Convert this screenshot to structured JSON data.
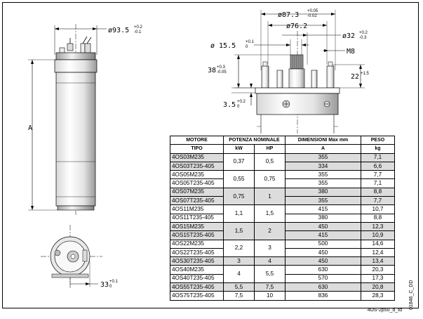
{
  "dimensions": {
    "body_diameter": "ø93.5",
    "body_diameter_tol": [
      "+0.2",
      "-0.1"
    ],
    "length": "A",
    "flange_diameter": "ø87.3",
    "flange_diameter_tol": [
      "+0.05",
      "-0.02"
    ],
    "pilot_diameter": "ø76.2",
    "bolt_circle": "ø32",
    "bolt_circle_tol": [
      "+0.2",
      "-0.3"
    ],
    "shaft_diameter": "ø 15.5",
    "shaft_diameter_tol": [
      "+0.1",
      "0"
    ],
    "shaft_length": "38",
    "shaft_length_tol": [
      "+0.3",
      "-0.05"
    ],
    "thread": "M8",
    "stud_length": "22",
    "stud_length_tol": "+1.5",
    "shoulder": "3.5",
    "shoulder_tol": [
      "+0.2",
      "0"
    ],
    "base_offset": "33",
    "base_offset_tol": [
      "+0.1",
      "0"
    ]
  },
  "table": {
    "headers": {
      "motore": "MOTORE",
      "tipo": "TIPO",
      "potenza": "POTENZA NOMINALE",
      "kw": "kW",
      "hp": "HP",
      "dimensioni": "DIMENSIONI Max mm",
      "a": "A",
      "peso": "PESO",
      "kg": "kg"
    },
    "rows": [
      {
        "model": "4OS03M235",
        "kw": "0,37",
        "hp": "0,5",
        "a": "355",
        "kg": "7,1"
      },
      {
        "model": "4OS03T235-405",
        "a": "334",
        "kg": "6,6"
      },
      {
        "model": "4OS05M235",
        "kw": "0,55",
        "hp": "0,75",
        "a": "355",
        "kg": "7,7"
      },
      {
        "model": "4OS05T235-405",
        "a": "355",
        "kg": "7,1"
      },
      {
        "model": "4OS07M235",
        "kw": "0,75",
        "hp": "1",
        "a": "380",
        "kg": "8,8"
      },
      {
        "model": "4OS07T235-405",
        "a": "355",
        "kg": "7,7"
      },
      {
        "model": "4OS11M235",
        "kw": "1,1",
        "hp": "1,5",
        "a": "415",
        "kg": "10,7"
      },
      {
        "model": "4OS11T235-405",
        "a": "380",
        "kg": "8,8"
      },
      {
        "model": "4OS15M235",
        "kw": "1,5",
        "hp": "2",
        "a": "450",
        "kg": "12,3"
      },
      {
        "model": "4OS15T235-405",
        "a": "415",
        "kg": "10,9"
      },
      {
        "model": "4OS22M235",
        "kw": "2,2",
        "hp": "3",
        "a": "500",
        "kg": "14,6"
      },
      {
        "model": "4OS22T235-405",
        "a": "450",
        "kg": "12,4"
      },
      {
        "model": "4OS30T235-405",
        "kw": "3",
        "hp": "4",
        "a": "450",
        "kg": "13,4"
      },
      {
        "model": "4OS40M235",
        "kw": "4",
        "hp": "5,5",
        "a": "630",
        "kg": "20,3"
      },
      {
        "model": "4OS40T235-405",
        "a": "570",
        "kg": "17,3"
      },
      {
        "model": "4OS55T235-405",
        "kw": "5,5",
        "hp": "7,5",
        "a": "630",
        "kg": "20,8"
      },
      {
        "model": "4OS75T235-405",
        "kw": "7,5",
        "hp": "10",
        "a": "836",
        "kg": "28,3"
      }
    ]
  },
  "codes": {
    "drawing_code": "01846_C_DD",
    "file_code": "4OS-2p50_d_td"
  }
}
